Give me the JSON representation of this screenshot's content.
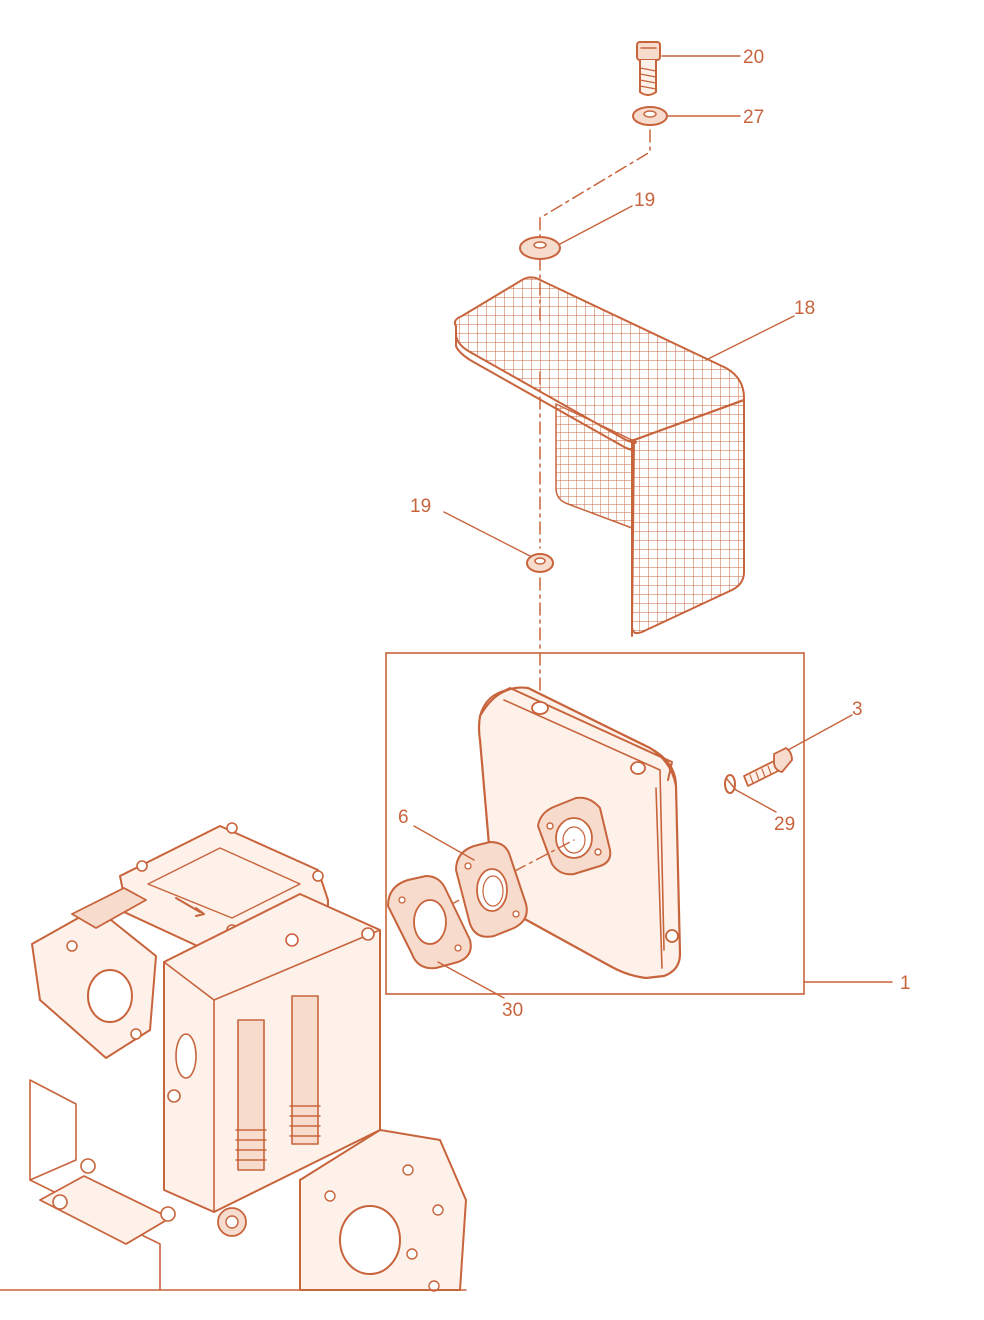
{
  "colors": {
    "line": "#c8643c",
    "fill_light": "#fdf1ea",
    "fill_mid": "#f7dccd",
    "background": "#ffffff"
  },
  "callouts": {
    "part_20": "20",
    "part_27": "27",
    "part_19_top": "19",
    "part_18": "18",
    "part_19_lower": "19",
    "part_3": "3",
    "part_29": "29",
    "part_6": "6",
    "part_1": "1",
    "part_30": "30"
  },
  "icons": {
    "bolt": "bolt-icon",
    "washer": "washer-icon",
    "screen": "mesh-heat-shield-icon",
    "muffler": "muffler-icon",
    "gasket": "gasket-icon",
    "engine": "engine-block-icon"
  }
}
